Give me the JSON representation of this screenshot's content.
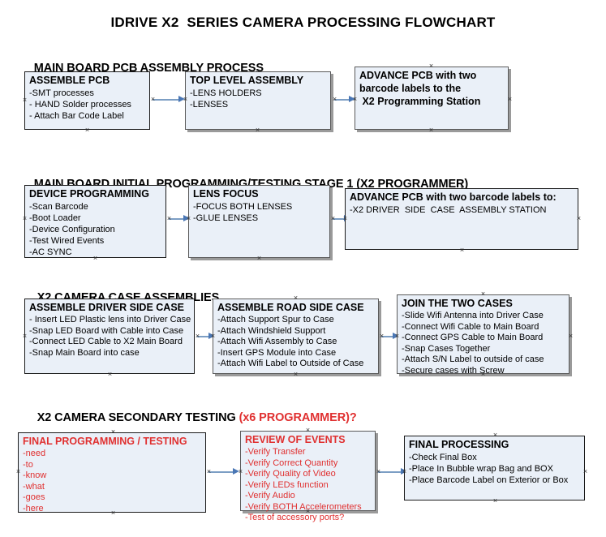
{
  "title": "IDRIVE X2  SERIES CAMERA PROCESSING FLOWCHART",
  "colors": {
    "box_fill": "#eaf0f8",
    "box_border": "#1a1a1a",
    "accent_red": "#e03030",
    "connector": "#4a77b5",
    "text": "#000000"
  },
  "sections": [
    {
      "heading": "MAIN BOARD PCB ASSEMBLY PROCESS",
      "heading_accent": "",
      "boxes": [
        {
          "title": "ASSEMBLE PCB",
          "lines": [
            "-SMT processes",
            "- HAND Solder processes",
            "- Attach Bar Code Label"
          ]
        },
        {
          "title": "TOP LEVEL ASSEMBLY",
          "lines": [
            "-LENS HOLDERS",
            "-LENSES"
          ]
        },
        {
          "title": "ADVANCE PCB with two",
          "lines": [
            "barcode labels to the",
            " X2 Programming Station"
          ]
        }
      ]
    },
    {
      "heading": "MAIN BOARD INITIAL PROGRAMMING/TESTING STAGE 1 (X2 PROGRAMMER)",
      "heading_accent": "",
      "boxes": [
        {
          "title": "DEVICE PROGRAMMING",
          "lines": [
            "-Scan Barcode",
            "-Boot Loader",
            "-Device Configuration",
            "-Test Wired Events",
            "-AC SYNC"
          ]
        },
        {
          "title": "LENS FOCUS",
          "lines": [
            "-FOCUS BOTH LENSES",
            "-GLUE LENSES"
          ]
        },
        {
          "title": "ADVANCE PCB with two barcode labels to:",
          "lines": [
            "-X2 DRIVER  SIDE  CASE  ASSEMBLY STATION"
          ]
        }
      ]
    },
    {
      "heading": "X2 CAMERA CASE ASSEMBLIES",
      "heading_accent": "",
      "boxes": [
        {
          "title": "ASSEMBLE DRIVER SIDE CASE",
          "lines": [
            "- Insert LED Plastic lens into Driver Case",
            "-Snap LED Board with Cable into Case",
            "-Connect LED Cable to X2 Main Board",
            "-Snap Main Board into case"
          ]
        },
        {
          "title": "ASSEMBLE ROAD SIDE CASE",
          "lines": [
            "-Attach Support Spur to Case",
            "-Attach Windshield Support",
            "-Attach Wifi Assembly to Case",
            "-Insert GPS Module into Case",
            "-Attach Wifi Label to Outside of Case"
          ]
        },
        {
          "title": "JOIN THE TWO CASES",
          "lines": [
            "-Slide Wifi Antenna into Driver Case",
            "-Connect Wifi Cable to Main Board",
            "-Connect GPS Cable to Main Board",
            "-Snap Cases Together",
            "-Attach S/N Label to outside of case",
            "-Secure cases with Screw"
          ]
        }
      ]
    },
    {
      "heading": "X2 CAMERA SECONDARY TESTING ",
      "heading_accent": "(x6 PROGRAMMER)?",
      "boxes": [
        {
          "title": "FINAL PROGRAMMING / TESTING",
          "lines": [
            "-need",
            "-to",
            "-know",
            "-what",
            "-goes",
            "-here"
          ]
        },
        {
          "title": "REVIEW OF EVENTS",
          "lines": [
            "-Verify Transfer",
            "-Verify Correct Quantity",
            "-Verify Quality of Video",
            "-Verify LEDs function",
            "-Verify Audio",
            "-Verify BOTH Accelerometers",
            "-Test of accessory ports?"
          ]
        },
        {
          "title": "FINAL PROCESSING",
          "lines": [
            "-Check Final Box",
            "-Place In Bubble wrap Bag and BOX",
            "-Place Barcode Label on Exterior or Box"
          ]
        }
      ]
    }
  ]
}
